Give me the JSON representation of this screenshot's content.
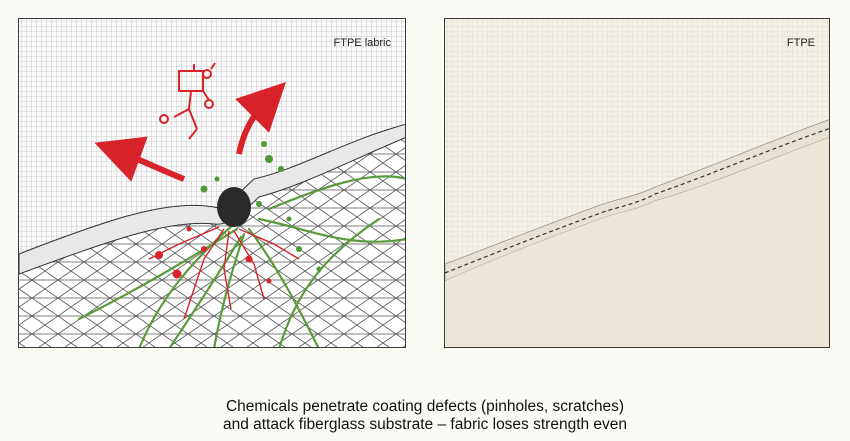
{
  "panels": {
    "left": {
      "label": "FTPE labric"
    },
    "right": {
      "label": "FTPE"
    }
  },
  "caption": {
    "line1": "Chemicals penetrate coating defects (pinholes, scratches)",
    "line2": "and attack fiberglass substrate – fabric loses strength even"
  },
  "colors": {
    "attack_red": "#d8232a",
    "fiber_green": "#5a9a3a",
    "coating_white": "#ffffff",
    "fabric_beige": "#efeadb"
  }
}
